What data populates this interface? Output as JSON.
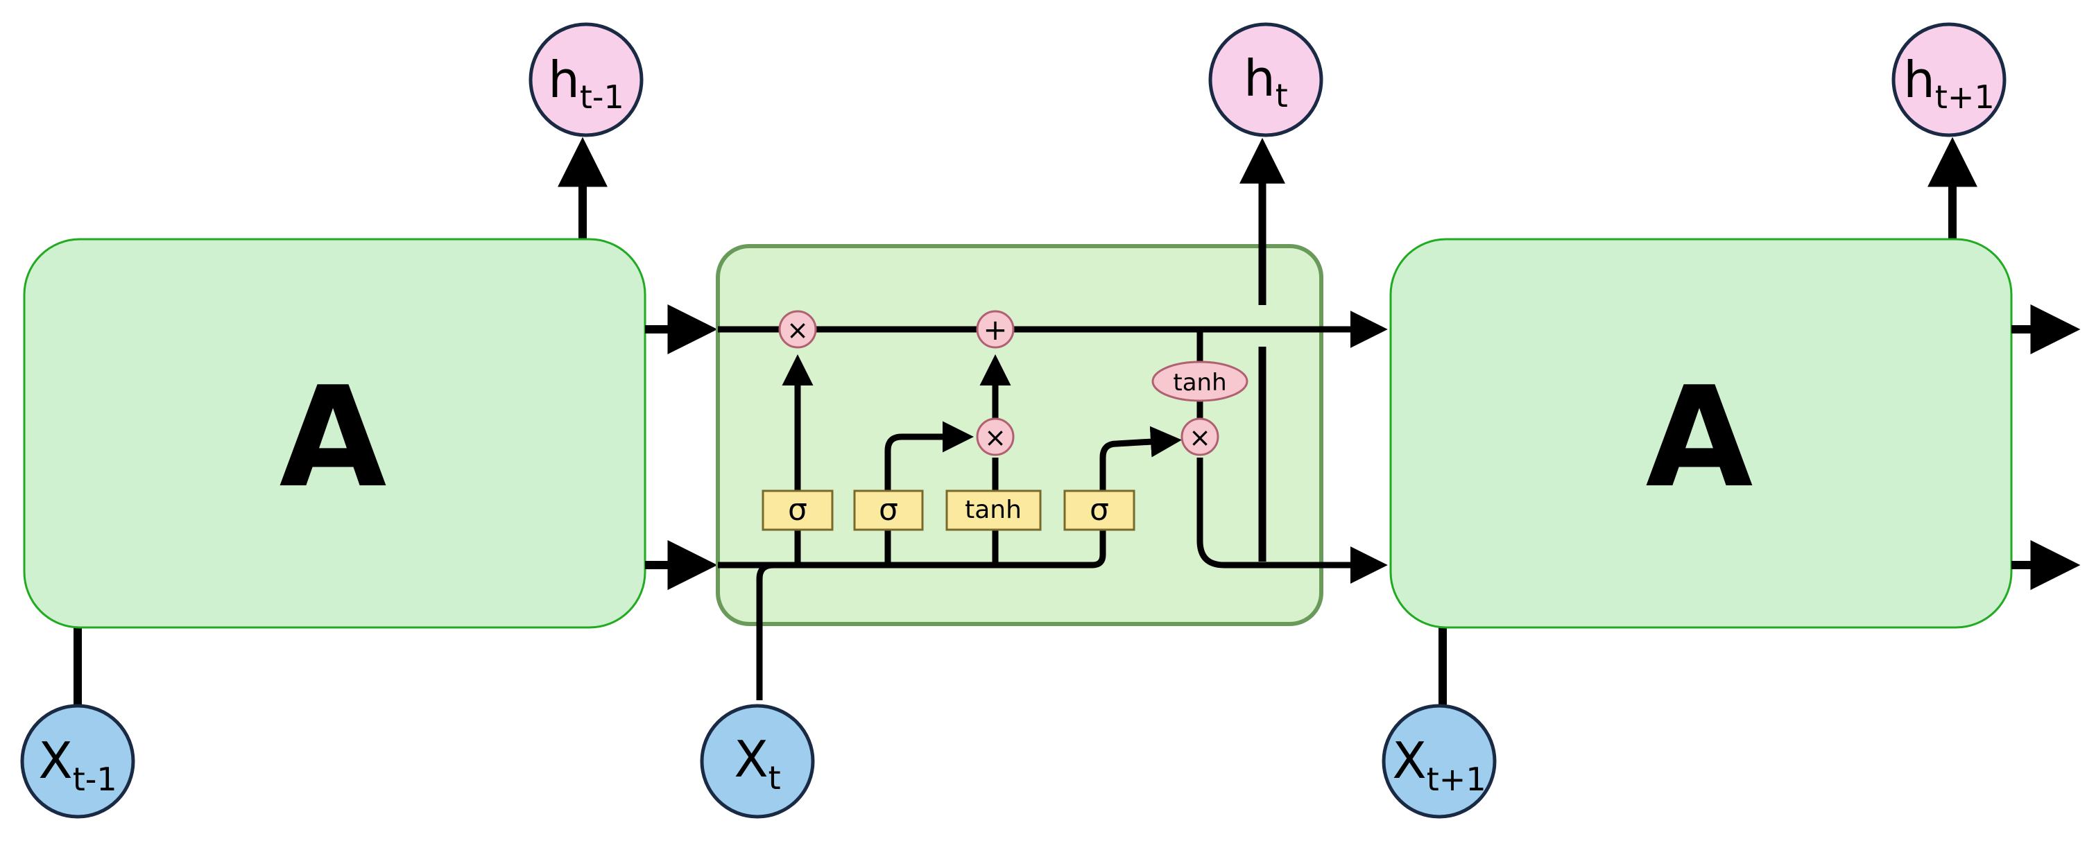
{
  "diagram": {
    "left_cell": {
      "label": "A"
    },
    "right_cell": {
      "label": "A"
    },
    "outputs": [
      {
        "base": "h",
        "sub": "t-1"
      },
      {
        "base": "h",
        "sub": "t"
      },
      {
        "base": "h",
        "sub": "t+1"
      }
    ],
    "inputs": [
      {
        "base": "X",
        "sub": "t-1"
      },
      {
        "base": "X",
        "sub": "t"
      },
      {
        "base": "X",
        "sub": "t+1"
      }
    ],
    "gates": {
      "forget": "σ",
      "input": "σ",
      "candidate": "tanh",
      "output": "σ",
      "cell_tanh": "tanh",
      "multiply": "×",
      "add": "+"
    },
    "colors": {
      "cell_fill": "#cff1cf",
      "cell_stroke": "#22aa22",
      "lstm_fill": "#d7f2cc",
      "lstm_stroke": "#6a9a5a",
      "output_fill": "#f9d0ea",
      "input_fill": "#9fcdee",
      "gate_fill": "#fbe9a0",
      "op_fill": "#f7c8cf"
    }
  }
}
